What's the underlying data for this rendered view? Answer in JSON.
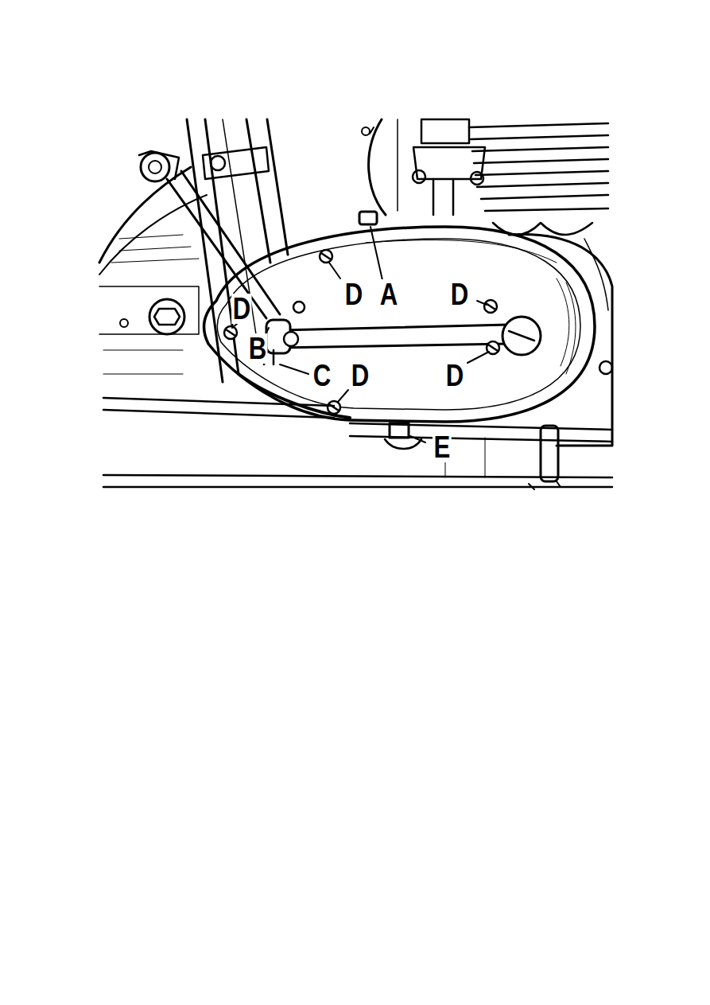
{
  "diagram": {
    "labels": [
      "D",
      "A",
      "D",
      "D",
      "B",
      "C",
      "D",
      "D",
      "E"
    ]
  }
}
